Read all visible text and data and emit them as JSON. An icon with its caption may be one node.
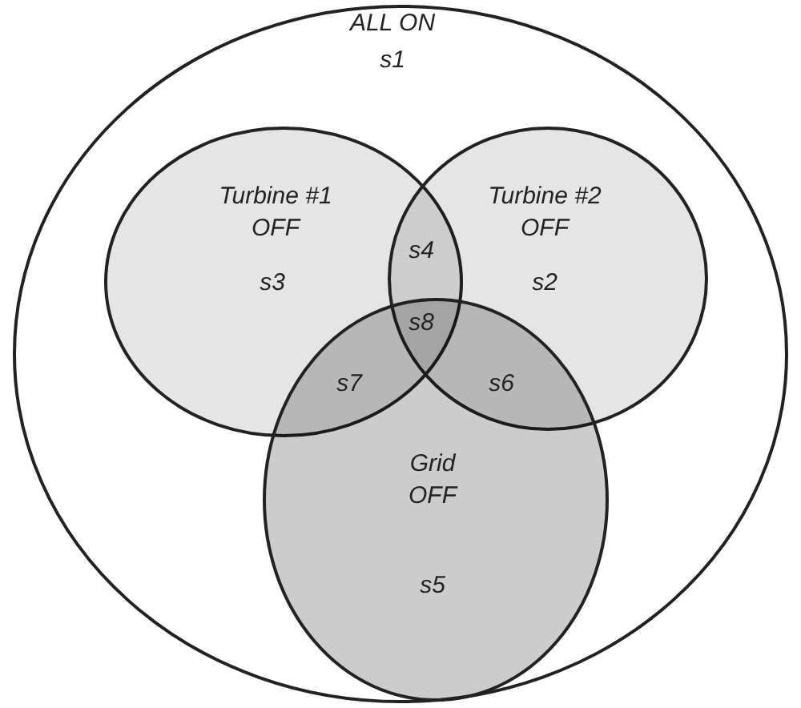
{
  "diagram": {
    "nodes": [
      {
        "text": [
          "ALL ON",
          "s1"
        ]
      },
      {
        "text": [
          "Turbine #1 OFF",
          "s3"
        ],
        "in": 0
      },
      {
        "text": [
          "Turbine #2 OFF",
          "s2"
        ],
        "in": 0
      },
      {
        "text": [
          "Grid OFF",
          "s5"
        ],
        "in": 0
      }
    ],
    "labels": [
      "s4",
      "s8",
      "s7",
      "s6"
    ]
  }
}
